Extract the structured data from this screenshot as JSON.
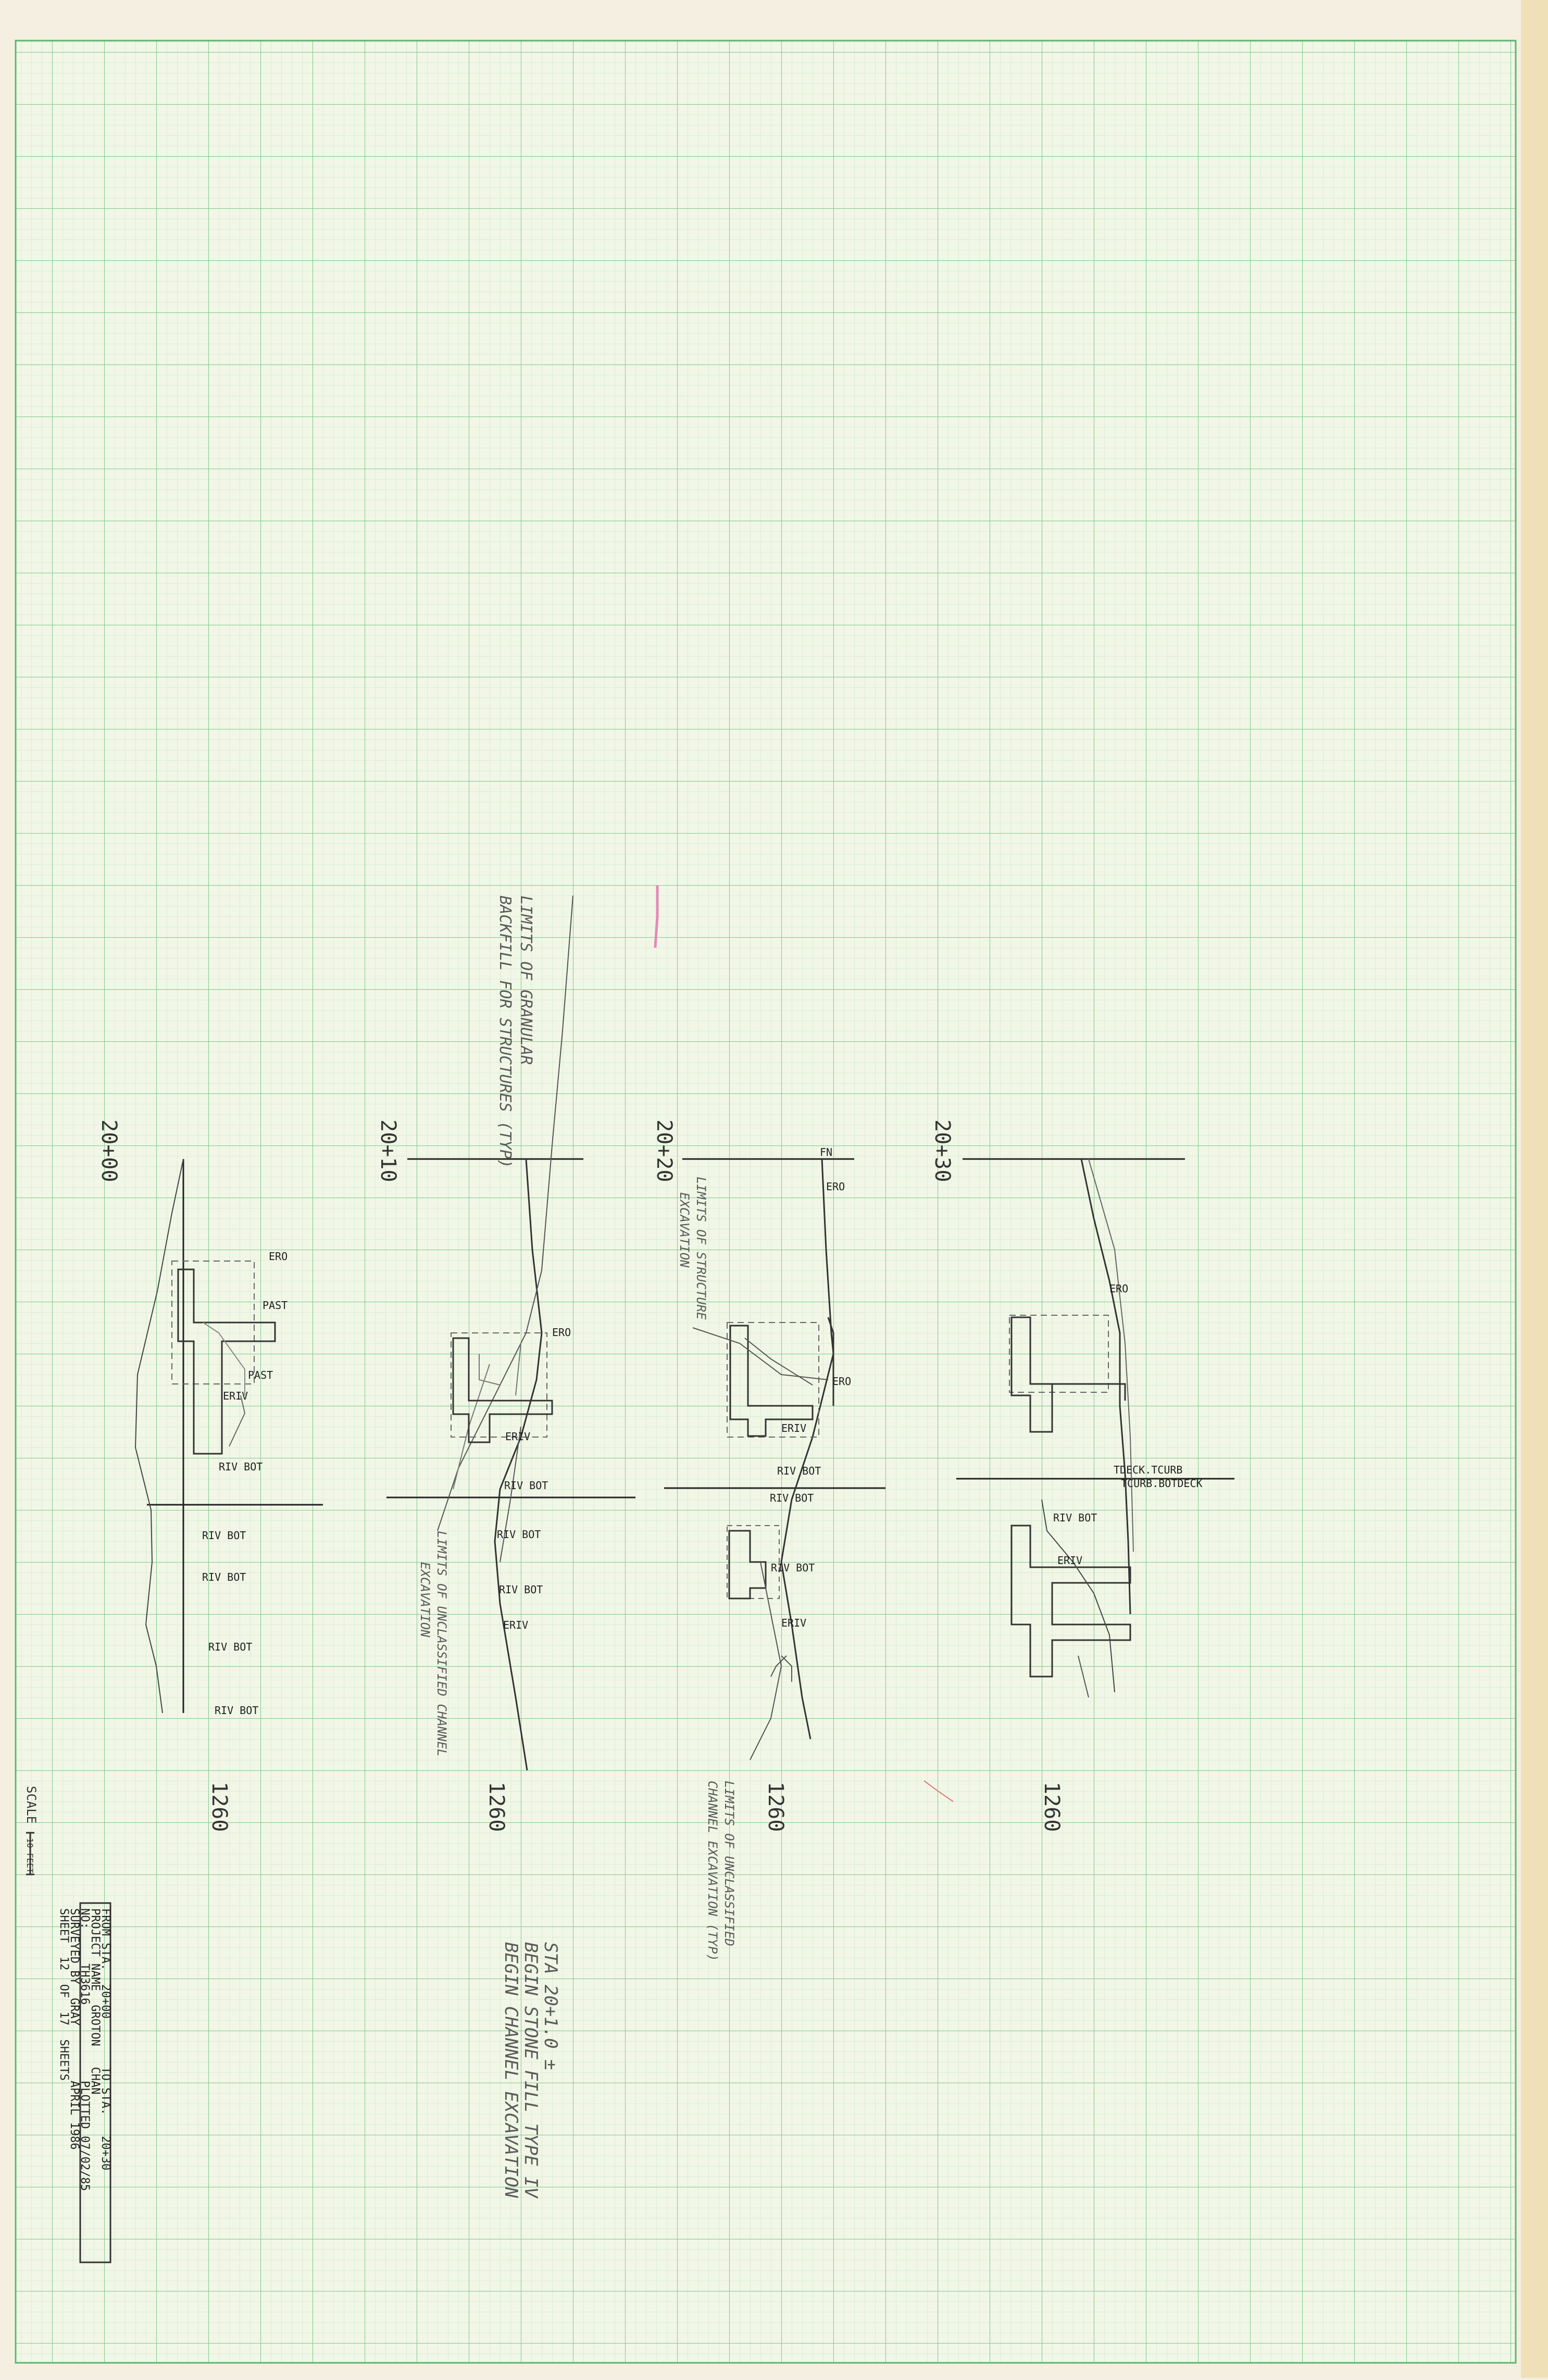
{
  "sections": [
    {
      "station": "20+00",
      "elevation": "1260",
      "labels": [
        "ERO",
        "PAST",
        "PAST",
        "ERIV",
        "RIV BOT",
        "RIV BOT",
        "RIV BOT",
        "RIV BOT",
        "RIV BOT"
      ]
    },
    {
      "station": "20+10",
      "elevation": "1260",
      "labels": [
        "ERO",
        "ERIV",
        "RIV BOT",
        "RIV BOT",
        "RIV BOT",
        "ERIV"
      ]
    },
    {
      "station": "20+20",
      "elevation": "1260",
      "labels": [
        "FN",
        "ERO",
        "ERO",
        "ERIV",
        "RIV BOT",
        "RIV BOT",
        "RIV BOT",
        "ERIV"
      ]
    },
    {
      "station": "20+30",
      "elevation": "1260",
      "labels": [
        "ERO",
        "TDECK.TCURB",
        "TCURB.BOTDECK",
        "RIV BOT",
        "ERIV"
      ]
    }
  ],
  "handwritten_notes": {
    "backfill_line1": "LIMITS OF GRANULAR",
    "backfill_line2": "BACKFILL FOR STRUCTURES (TYP)",
    "unclass_1_line1": "LIMITS OF UNCLASSIFIED CHANNEL",
    "unclass_1_line2": "EXCAVATION",
    "structure_exc_line1": "LIMITS OF STRUCTURE",
    "structure_exc_line2": "EXCAVATION",
    "unclass_2_line1": "LIMITS OF UNCLASSIFIED",
    "unclass_2_line2": "CHANNEL EXCAVATION (TYP)",
    "sta_note_line1": "STA 20+1.0 ±",
    "sta_note_line2": "BEGIN STONE FILL TYPE IV",
    "sta_note_line3": "BEGIN CHANNEL EXCAVATION"
  },
  "scale": {
    "label": "SCALE",
    "value": "10 FEET"
  },
  "title_block": {
    "line1": "FROM STA.  20+00       TO STA.   20+30",
    "line2": "PROJECT NAME  GROTON   CHAN",
    "line3": "NO:     TH3616           PLOTTED 07/02/85",
    "line4": "SURVEYED BY  GRAY        APRIL 1986",
    "line5": "SHEET  12  OF  17  SHEETS"
  },
  "colors": {
    "paper": "#f1f5e3",
    "grid_minor": "#bfe4bf",
    "grid_major": "#6cc27a",
    "ink": "#2b2b2b",
    "pencil": "#7a7a7a"
  }
}
